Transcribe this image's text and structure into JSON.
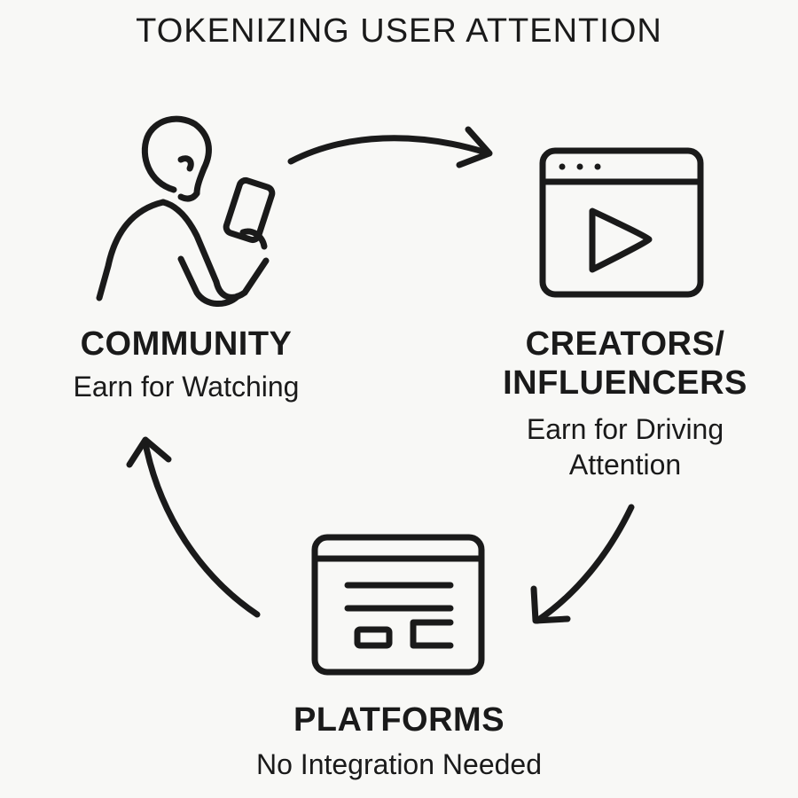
{
  "title": "TOKENIZING USER ATTENTION",
  "nodes": {
    "community": {
      "heading": "COMMUNITY",
      "subtitle": "Earn for Watching",
      "icon": "person-with-phone-icon"
    },
    "creators": {
      "heading_line1": "CREATORS/",
      "heading_line2": "INFLUENCERS",
      "subtitle_line1": "Earn for Driving",
      "subtitle_line2": "Attention",
      "icon": "video-window-icon"
    },
    "platforms": {
      "heading": "PLATFORMS",
      "subtitle": "No Integration Needed",
      "icon": "web-page-window-icon"
    }
  },
  "colors": {
    "background": "#f8f8f6",
    "ink": "#1a1a1a"
  }
}
